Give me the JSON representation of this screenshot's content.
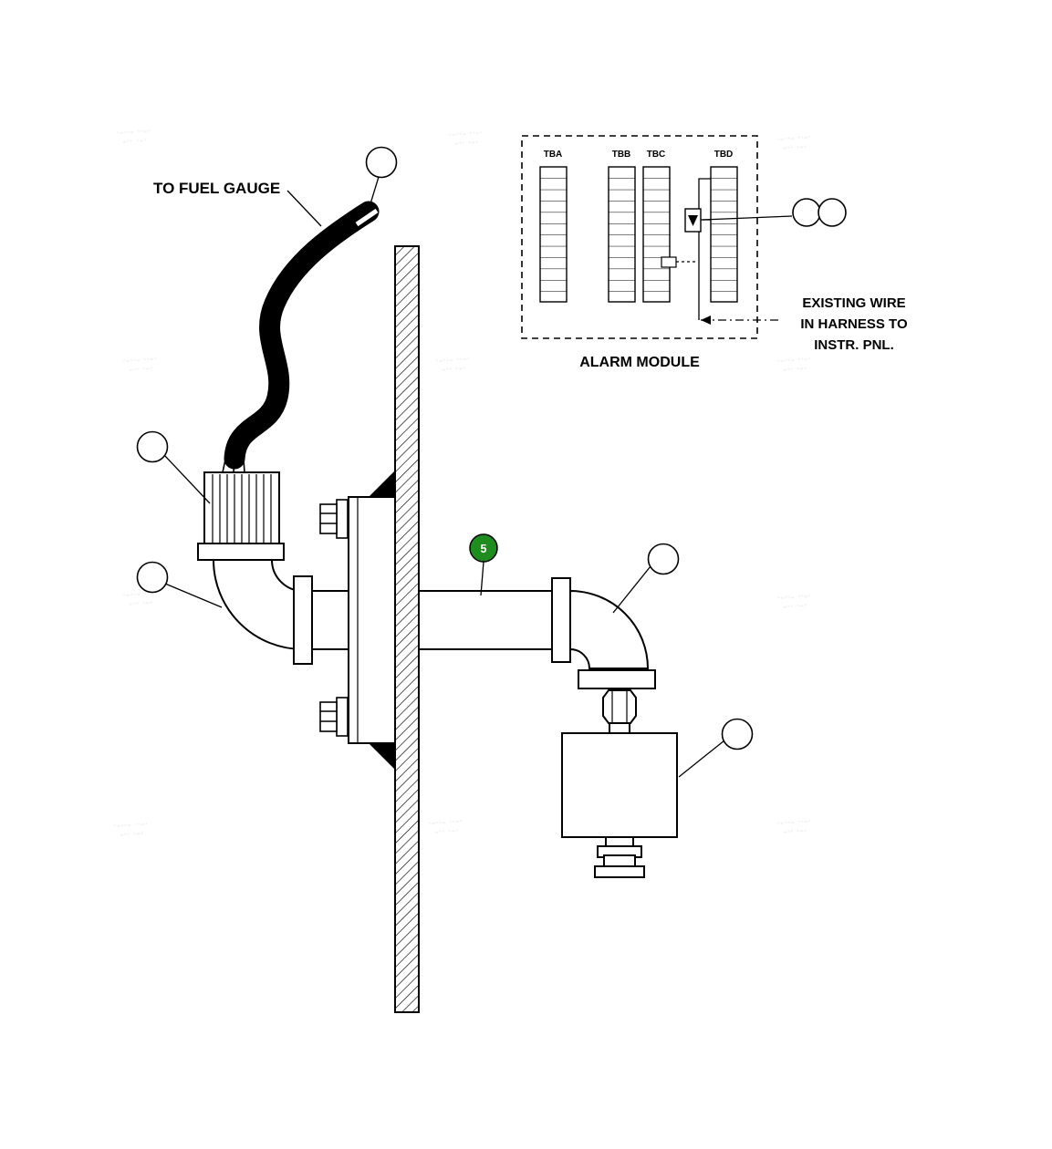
{
  "labels": {
    "to_fuel_gauge": "TO FUEL GAUGE",
    "alarm_module": "ALARM MODULE",
    "existing_wire": {
      "line1": "EXISTING WIRE",
      "line2": "IN HARNESS TO",
      "line3": "INSTR. PNL."
    }
  },
  "alarm_module": {
    "terminals": [
      "TBA",
      "TBB",
      "TBC",
      "TBD"
    ]
  },
  "callouts": {
    "part5_label": "5"
  },
  "colors": {
    "line": "#000000",
    "background": "#ffffff",
    "balloon_green": "#1e8c1e",
    "balloon_text": "#ffffff",
    "watermark": "#c3c3c3"
  },
  "watermark": {
    "line1": "·–··– ··–·",
    "line2": "–·· ·–·"
  }
}
